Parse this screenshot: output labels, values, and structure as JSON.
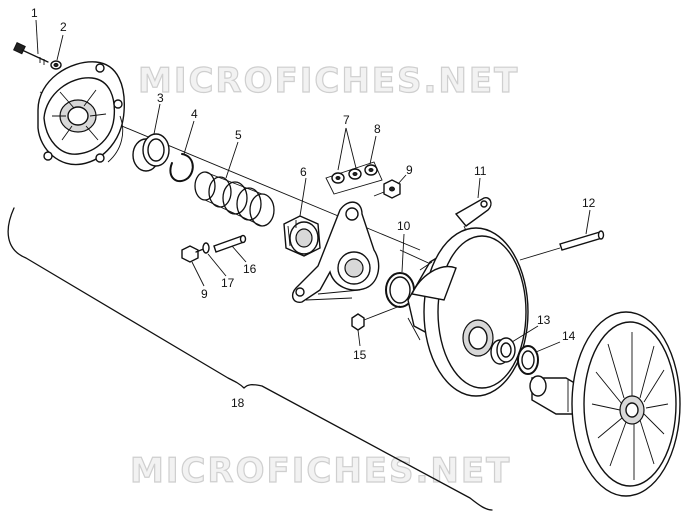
{
  "watermark": {
    "top": "MICROFICHES.NET",
    "bottom": "MICROFICHES.NET"
  },
  "callouts": [
    {
      "id": "c1",
      "label": "1"
    },
    {
      "id": "c2",
      "label": "2"
    },
    {
      "id": "c3",
      "label": "3"
    },
    {
      "id": "c4",
      "label": "4"
    },
    {
      "id": "c5",
      "label": "5"
    },
    {
      "id": "c6",
      "label": "6"
    },
    {
      "id": "c7",
      "label": "7"
    },
    {
      "id": "c8",
      "label": "8"
    },
    {
      "id": "c9a",
      "label": "9"
    },
    {
      "id": "c9b",
      "label": "9"
    },
    {
      "id": "c10",
      "label": "10"
    },
    {
      "id": "c11",
      "label": "11"
    },
    {
      "id": "c12",
      "label": "12"
    },
    {
      "id": "c13",
      "label": "13"
    },
    {
      "id": "c14",
      "label": "14"
    },
    {
      "id": "c15",
      "label": "15"
    },
    {
      "id": "c16",
      "label": "16"
    },
    {
      "id": "c17",
      "label": "17"
    },
    {
      "id": "c18",
      "label": "18"
    }
  ]
}
